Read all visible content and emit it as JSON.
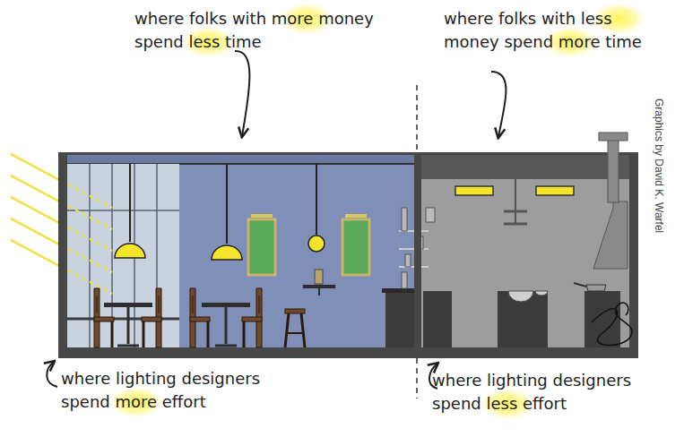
{
  "diagram": {
    "labels": [
      "where folks with more money spend less time",
      "where folks with less money spend more time",
      "where lighting designers spend more effort",
      "where lighting designers spend less effort",
      "Graphics by David K. Warfel"
    ]
  }
}
